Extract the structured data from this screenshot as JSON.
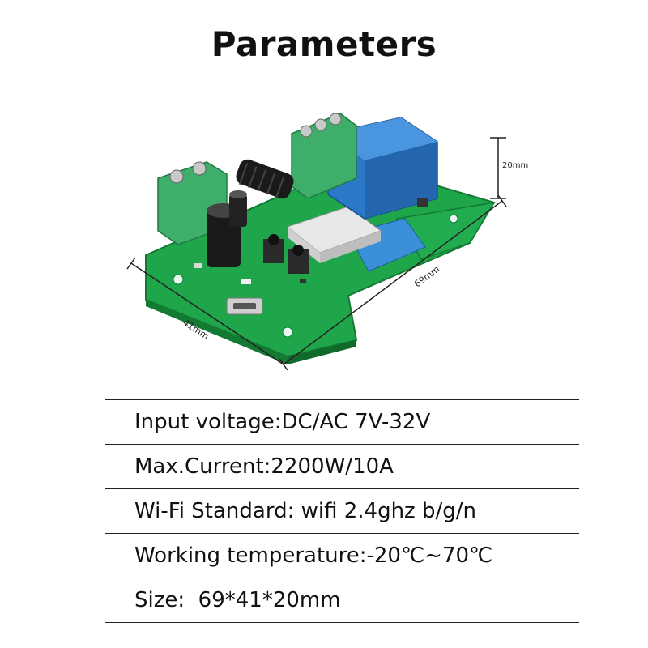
{
  "title": "Parameters",
  "dimensions": {
    "height_label": "20mm",
    "length_label": "69mm",
    "width_label": "41mm"
  },
  "parameters": [
    {
      "text": "Input voltage:DC/AC 7V-32V"
    },
    {
      "text": "Max.Current:2200W/10A"
    },
    {
      "text": "Wi-Fi Standard: wifi 2.4ghz b/g/n"
    },
    {
      "text": "Working temperature:-20℃~70℃"
    },
    {
      "text": "Size:  69*41*20mm"
    }
  ],
  "colors": {
    "pcb_green": "#1fa64a",
    "terminal_green": "#3fae6a",
    "relay_blue": "#2b78c8",
    "antenna_black": "#1a1a1a"
  }
}
